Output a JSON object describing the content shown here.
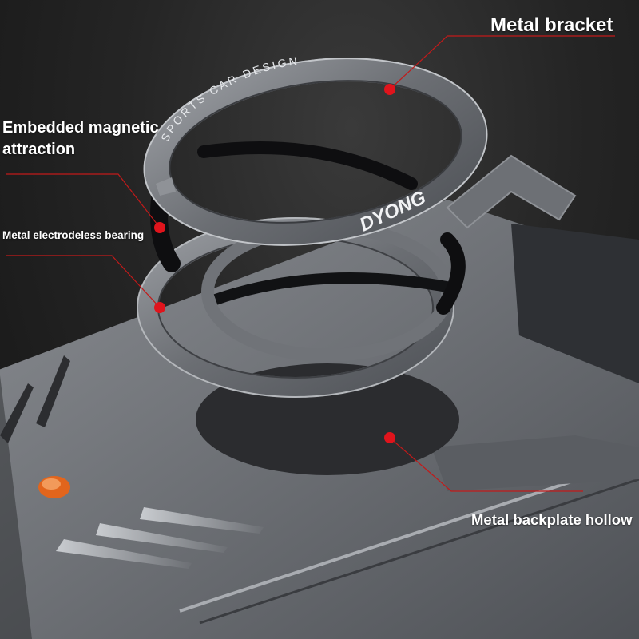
{
  "callouts": {
    "metal_bracket": "Metal bracket",
    "magnetic_line1": "Embedded magnetic",
    "magnetic_line2": "attraction",
    "bearing": "Metal electrodeless bearing",
    "backplate": "Metal backplate hollow"
  },
  "ring_engraving": "SPORTS CAR DESIGN",
  "brand_logo": "DYONG",
  "colors": {
    "callout_dot": "#e0141c",
    "callout_line": "#c21a1a",
    "accent_orange": "#e2651c",
    "label_text": "#ffffff"
  }
}
